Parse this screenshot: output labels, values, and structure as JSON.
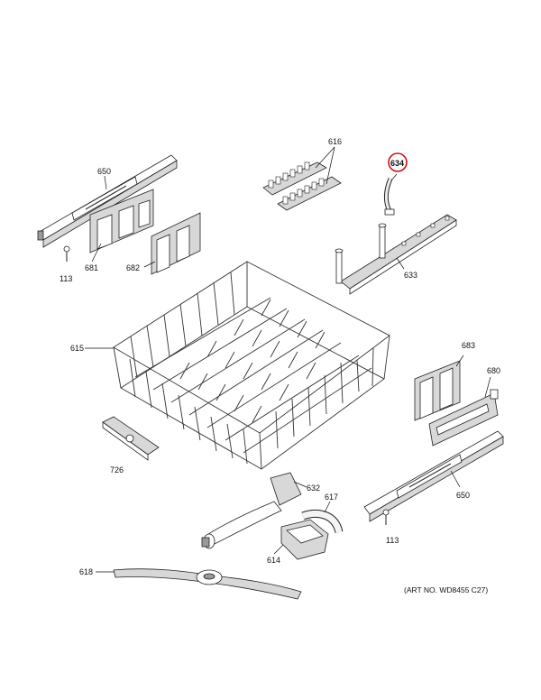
{
  "diagram": {
    "parts": [
      {
        "id": "p616",
        "label": "616"
      },
      {
        "id": "p634",
        "label": "634",
        "highlighted": true
      },
      {
        "id": "p650a",
        "label": "650"
      },
      {
        "id": "p681",
        "label": "681"
      },
      {
        "id": "p682",
        "label": "682"
      },
      {
        "id": "p113a",
        "label": "113"
      },
      {
        "id": "p633",
        "label": "633"
      },
      {
        "id": "p615",
        "label": "615"
      },
      {
        "id": "p683",
        "label": "683"
      },
      {
        "id": "p680",
        "label": "680"
      },
      {
        "id": "p726",
        "label": "726"
      },
      {
        "id": "p632",
        "label": "632"
      },
      {
        "id": "p617",
        "label": "617"
      },
      {
        "id": "p650b",
        "label": "650"
      },
      {
        "id": "p614",
        "label": "614"
      },
      {
        "id": "p113b",
        "label": "113"
      },
      {
        "id": "p618",
        "label": "618"
      }
    ],
    "art_number": "(ART NO. WD8455 C27)",
    "highlight_color": "#cc1111",
    "line_color": "#222222"
  }
}
